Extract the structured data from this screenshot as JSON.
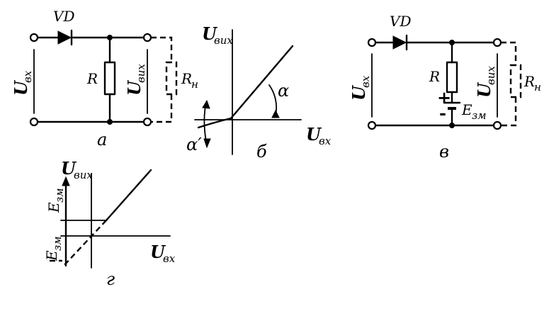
{
  "labels": {
    "a": {
      "diode": "VD",
      "u_in_main": "U",
      "u_in_sub": "вх",
      "resistor": "R",
      "u_out_main": "U",
      "u_out_sub": "вих",
      "load_main": "R",
      "load_sub": "н",
      "caption": "а"
    },
    "b": {
      "y_main": "U",
      "y_sub": "вих",
      "x_main": "U",
      "x_sub": "вх",
      "angle": "α",
      "angle_prime": "α′",
      "caption": "б"
    },
    "c": {
      "diode": "VD",
      "u_in_main": "U",
      "u_in_sub": "вх",
      "resistor": "R",
      "plus": "+",
      "minus": "-",
      "emf_main": "E",
      "emf_sub": "зм",
      "u_out_main": "U",
      "u_out_sub": "вих",
      "load_main": "R",
      "load_sub": "н",
      "caption": "в"
    },
    "d": {
      "y_main": "U",
      "y_sub": "вих",
      "e_top_main": "E",
      "e_top_sub": "зм",
      "e_bot_main": "E",
      "e_bot_sub": "зм",
      "x_main": "U",
      "x_sub": "вх",
      "caption": "г"
    }
  }
}
